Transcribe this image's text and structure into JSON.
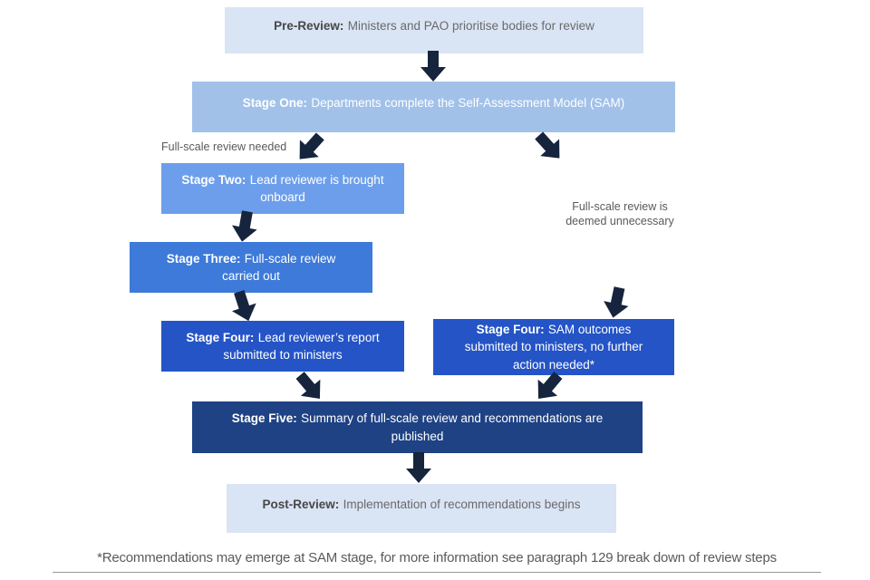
{
  "colors": {
    "c_light": "#d9e4f5",
    "c_one": "#a1c1e9",
    "c_two": "#6d9eeb",
    "c_three": "#3d7ad9",
    "c_four": "#2454c6",
    "c_five": "#1e4284",
    "arrow": "#16243d",
    "t_gray": "#6a6a6a",
    "t_gray_bold": "#474747",
    "t_label": "#5a5a5a",
    "line": "#999999"
  },
  "flow": {
    "nodes": [
      {
        "id": "pre-review",
        "label": "Pre-Review:",
        "text": "Ministers and PAO prioritise bodies for review"
      },
      {
        "id": "stage-one",
        "label": "Stage One:",
        "text": "Departments complete the Self-Assessment Model (SAM)"
      },
      {
        "id": "stage-two",
        "label": "Stage Two:",
        "text": "Lead reviewer is brought onboard"
      },
      {
        "id": "stage-three",
        "label": "Stage Three:",
        "text": "Full-scale review carried out"
      },
      {
        "id": "stage-four-full",
        "label": "Stage Four:",
        "text": "Lead reviewer’s report submitted to ministers"
      },
      {
        "id": "stage-four-sam",
        "label": "Stage Four:",
        "text": "SAM outcomes submitted to ministers, no further action needed*"
      },
      {
        "id": "stage-five",
        "label": "Stage Five:",
        "text": "Summary of full-scale review and recommendations are published"
      },
      {
        "id": "post-review",
        "label": "Post-Review:",
        "text": "Implementation of recommendations begins"
      }
    ],
    "branch_labels": {
      "full_review": "Full-scale review needed",
      "no_review_line1": "Full-scale review is",
      "no_review_line2": "deemed unnecessary"
    },
    "edges": [
      {
        "from": "pre-review",
        "to": "stage-one"
      },
      {
        "from": "stage-one",
        "to": "stage-two"
      },
      {
        "from": "stage-one",
        "to": "stage-four-sam"
      },
      {
        "from": "stage-two",
        "to": "stage-three"
      },
      {
        "from": "stage-three",
        "to": "stage-four-full"
      },
      {
        "from": "stage-four-full",
        "to": "stage-five"
      },
      {
        "from": "stage-four-sam",
        "to": "stage-five"
      },
      {
        "from": "stage-five",
        "to": "post-review"
      }
    ],
    "footnote": "*Recommendations may emerge at SAM stage, for more information see paragraph 129  break down of review steps"
  }
}
